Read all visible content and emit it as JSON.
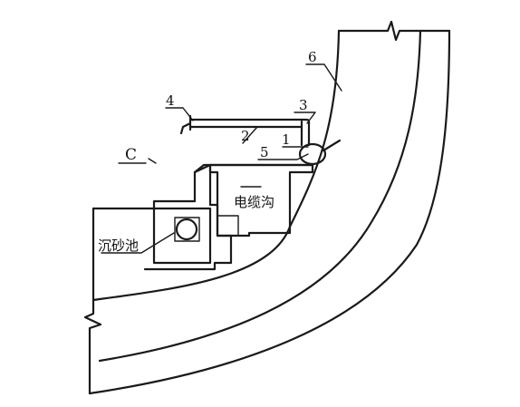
{
  "labels": {
    "callout_1": "1",
    "callout_2": "2",
    "callout_3": "3",
    "callout_4": "4",
    "callout_5": "5",
    "callout_6": "6",
    "section_c": "C",
    "cable_trench": "电缆沟",
    "sedimentation_tank": "沉砂池"
  },
  "colors": {
    "line": "#1a1a1a",
    "background": "#ffffff"
  }
}
